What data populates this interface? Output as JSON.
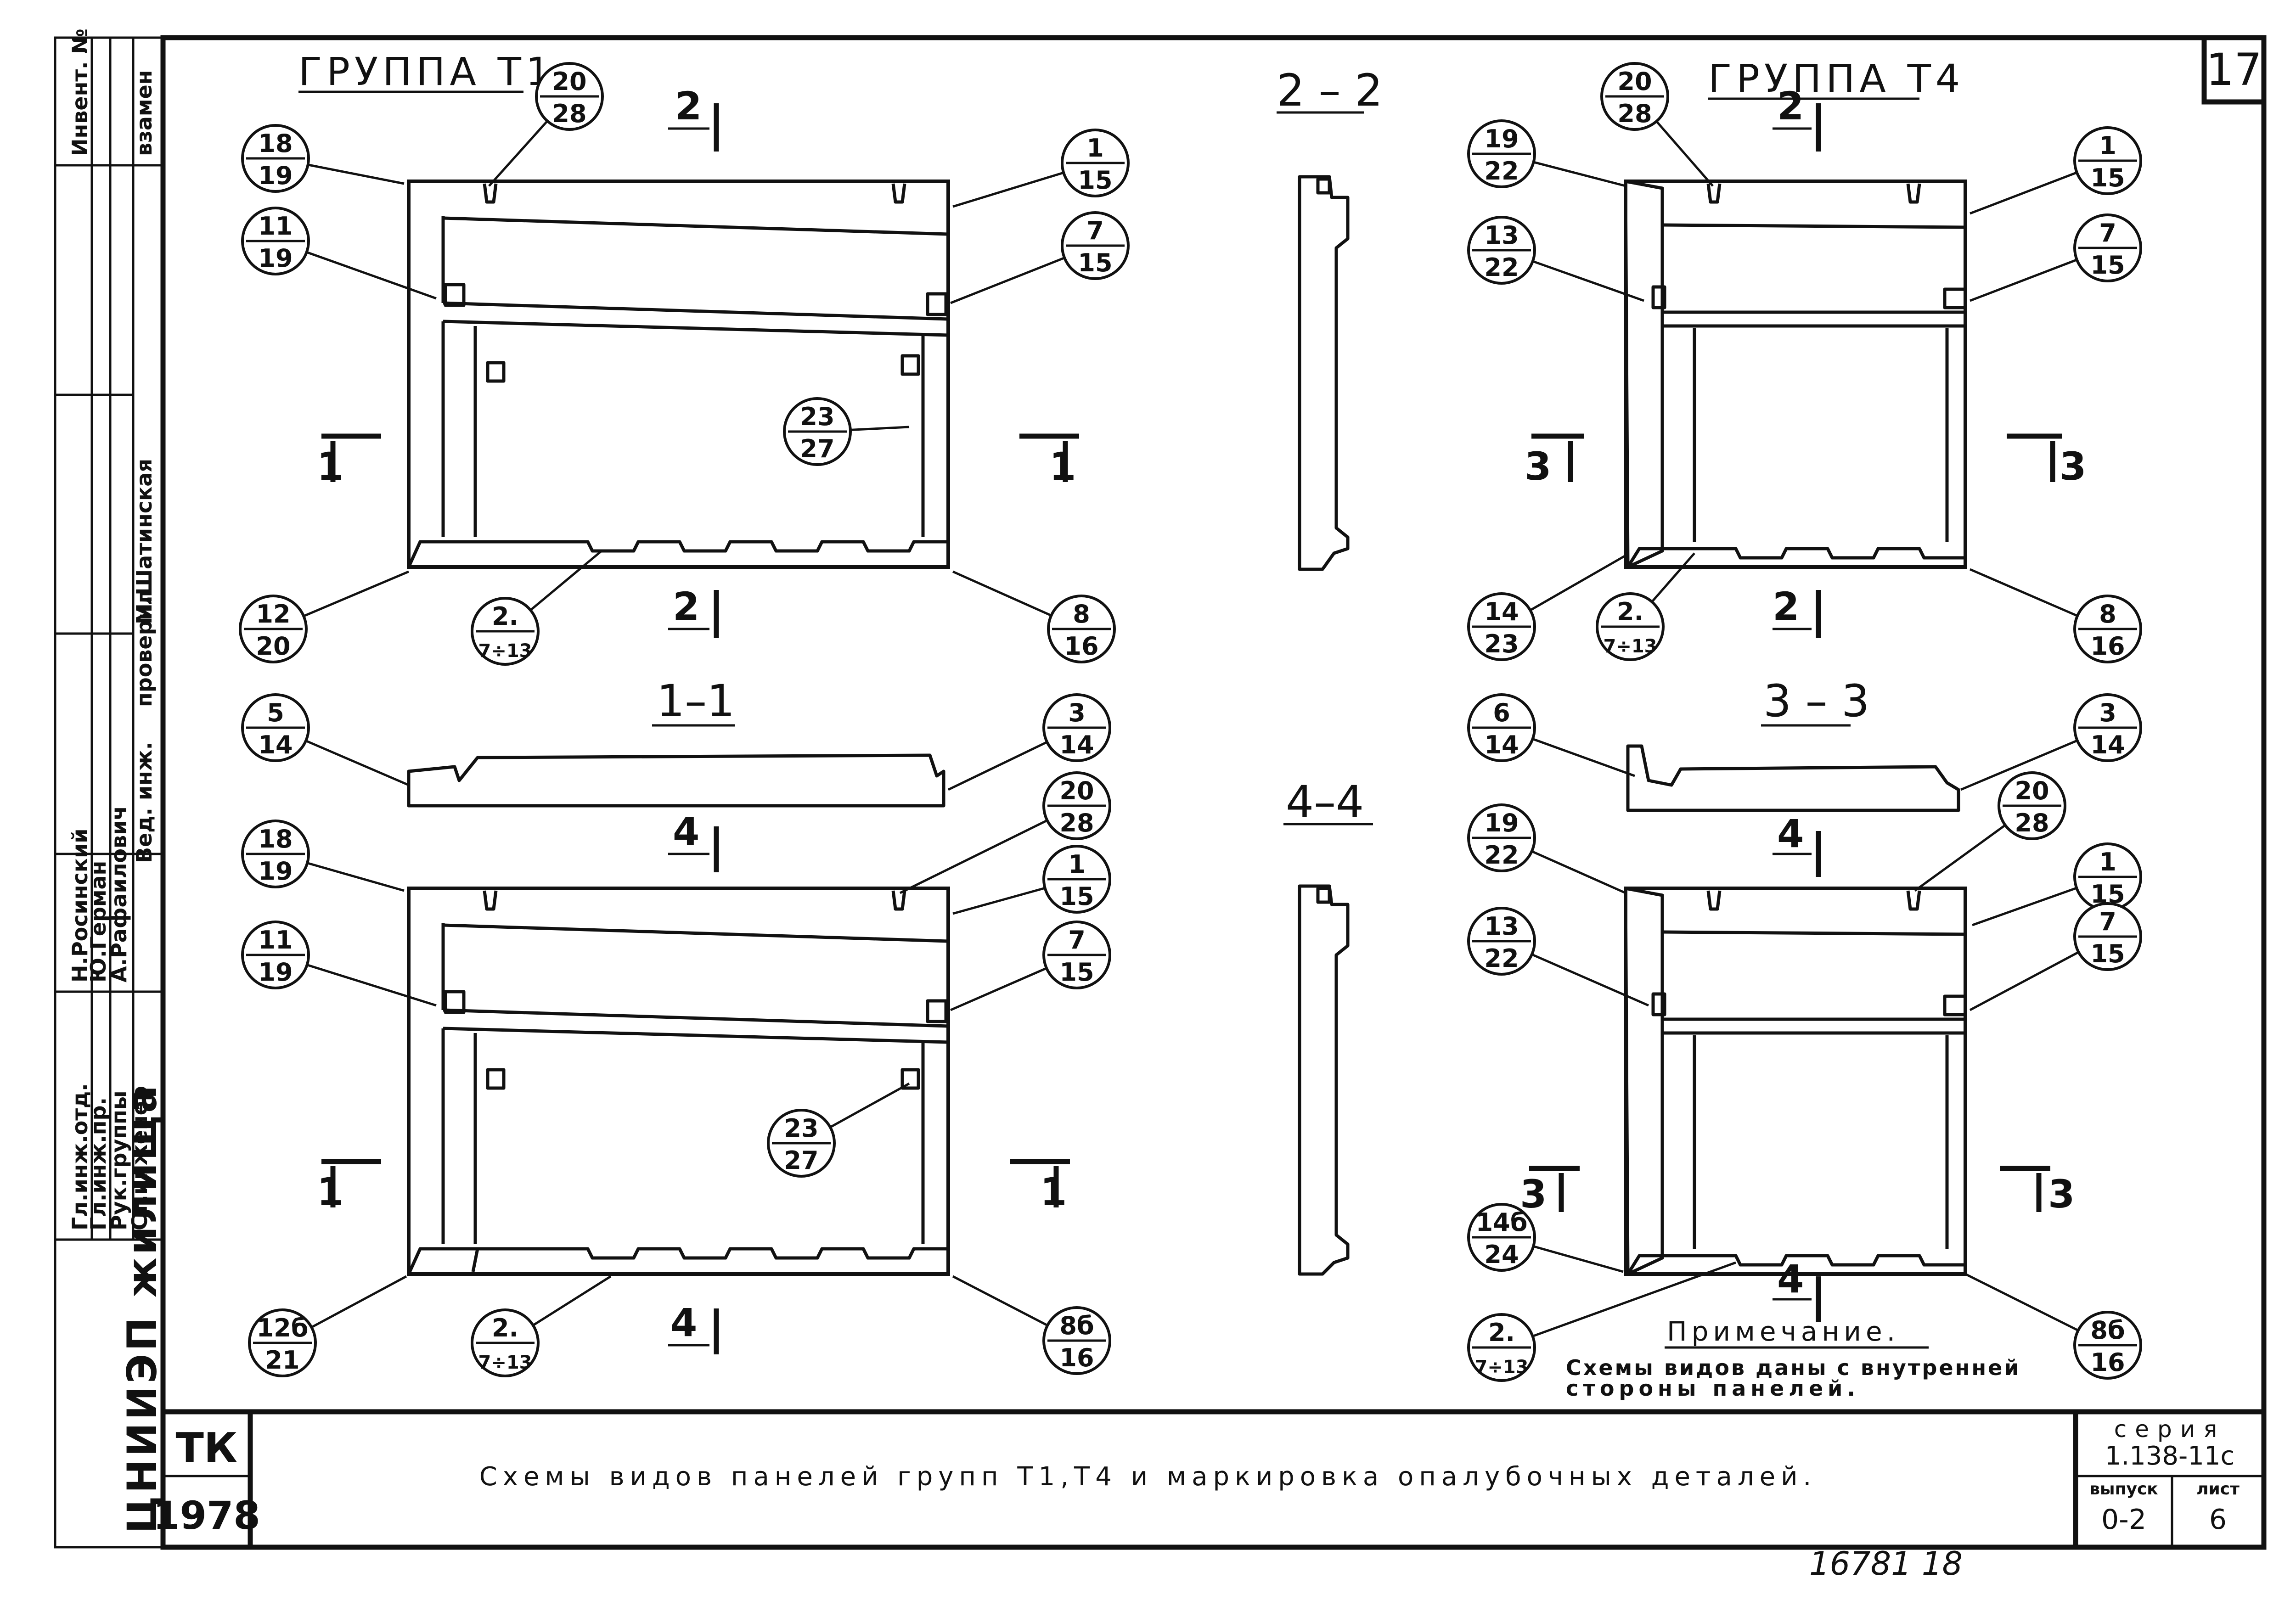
{
  "sheet": {
    "sheet_corner_number": "17",
    "group_titles": [
      "ГРУППА Т1",
      "ГРУППА Т4"
    ],
    "section_titles": [
      "2 – 2",
      "1–1",
      "4–4",
      "3 – 3"
    ],
    "cut_marks": [
      "2",
      "2",
      "1",
      "1",
      "4",
      "4",
      "1",
      "1",
      "2",
      "2",
      "3",
      "3",
      "4",
      "4",
      "3",
      "3"
    ],
    "callouts": [
      {
        "top": "18",
        "bottom": "19"
      },
      {
        "top": "20",
        "bottom": "28"
      },
      {
        "top": "1",
        "bottom": "15"
      },
      {
        "top": "11",
        "bottom": "19"
      },
      {
        "top": "7",
        "bottom": "15"
      },
      {
        "top": "23",
        "bottom": "27"
      },
      {
        "top": "12",
        "bottom": "20"
      },
      {
        "top": "2.",
        "bottom": "7÷13"
      },
      {
        "top": "8",
        "bottom": "16"
      },
      {
        "top": "5",
        "bottom": "14"
      },
      {
        "top": "3",
        "bottom": "14"
      },
      {
        "top": "18",
        "bottom": "19"
      },
      {
        "top": "20",
        "bottom": "28"
      },
      {
        "top": "1",
        "bottom": "15"
      },
      {
        "top": "11",
        "bottom": "19"
      },
      {
        "top": "7",
        "bottom": "15"
      },
      {
        "top": "23",
        "bottom": "27"
      },
      {
        "top": "12б",
        "bottom": "21"
      },
      {
        "top": "2.",
        "bottom": "7÷13"
      },
      {
        "top": "8б",
        "bottom": "16"
      },
      {
        "top": "20",
        "bottom": "28"
      },
      {
        "top": "19",
        "bottom": "22"
      },
      {
        "top": "1",
        "bottom": "15"
      },
      {
        "top": "13",
        "bottom": "22"
      },
      {
        "top": "7",
        "bottom": "15"
      },
      {
        "top": "14",
        "bottom": "23"
      },
      {
        "top": "2.",
        "bottom": "7÷13"
      },
      {
        "top": "8",
        "bottom": "16"
      },
      {
        "top": "6",
        "bottom": "14"
      },
      {
        "top": "3",
        "bottom": "14"
      },
      {
        "top": "19",
        "bottom": "22"
      },
      {
        "top": "20",
        "bottom": "28"
      },
      {
        "top": "1",
        "bottom": "15"
      },
      {
        "top": "13",
        "bottom": "22"
      },
      {
        "top": "7",
        "bottom": "15"
      },
      {
        "top": "14б",
        "bottom": "24"
      },
      {
        "top": "2.",
        "bottom": "7÷13"
      },
      {
        "top": "8б",
        "bottom": "16"
      }
    ],
    "note_heading": "Примечание.",
    "note_lines": [
      "Схемы видов даны с внутренней",
      "стороны панелей."
    ],
    "bottom_number": "16781  18"
  },
  "title_block": {
    "org_code": "ТК",
    "year": "1978",
    "drawing_title": "Схемы видов панелей групп Т1,Т4 и маркировка опалубочных деталей.",
    "series_label": "серия",
    "series_value": "1.138-11с",
    "issue_label": "выпуск",
    "issue_value": "0-2",
    "sheet_label": "лист",
    "sheet_value": "6"
  },
  "left_strip": {
    "inv_label": "Инвент. №",
    "replace_label": "взамен",
    "roles": [
      "Гл.инж.отд.",
      "Гл.инж.пр.",
      "Рук.группы",
      "Ст.инженер",
      "Вед. инж."
    ],
    "names": [
      "Н.Росинский",
      "Ю.Герман",
      "А.Рафаилович",
      "М.Шатинская"
    ],
    "checked_label": "проверил",
    "org_vertical": "ЦНИИЭП жилища"
  }
}
